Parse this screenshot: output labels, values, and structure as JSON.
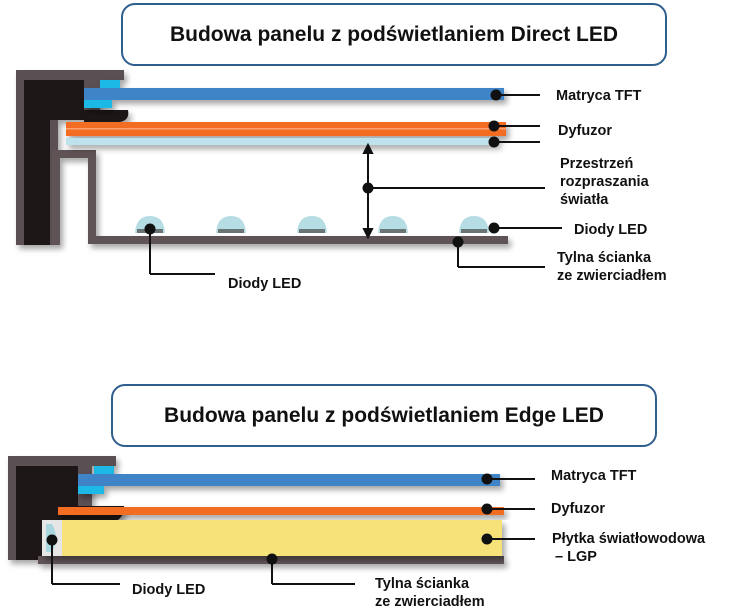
{
  "diagrams": [
    {
      "title": "Budowa panelu z podświetlaniem Direct LED",
      "labels": {
        "tft": "Matryca TFT",
        "diffuser": "Dyfuzor",
        "space_l1": "Przestrzeń",
        "space_l2": "rozpraszania",
        "space_l3": "światła",
        "leds_right": "Diody LED",
        "back_l1": "Tylna ścianka",
        "back_l2": "ze zwierciadłem",
        "leds_bottom": "Diody LED"
      },
      "led_count": 5
    },
    {
      "title": "Budowa panelu z podświetlaniem Edge LED",
      "labels": {
        "tft": "Matryca TFT",
        "diffuser": "Dyfuzor",
        "lgp_l1": "Płytka światłowodowa",
        "lgp_l2": "– LGP",
        "leds_bottom": "Diody LED",
        "back_l1": "Tylna ścianka",
        "back_l2": "ze zwierciadłem"
      }
    }
  ],
  "colors": {
    "frame_outer": "#5a5052",
    "frame_inner": "#1c1618",
    "tft": "#3f84c8",
    "tft_edge": "#1fb8e6",
    "diffuser": "#f26d24",
    "diffuser_sheet": "#bfe3ec",
    "led": "#a9d6df",
    "led_base": "#6b7475",
    "lgp": "#f7e27a",
    "back_wall": "#5e5254",
    "title_border": "#2f5f8e"
  }
}
